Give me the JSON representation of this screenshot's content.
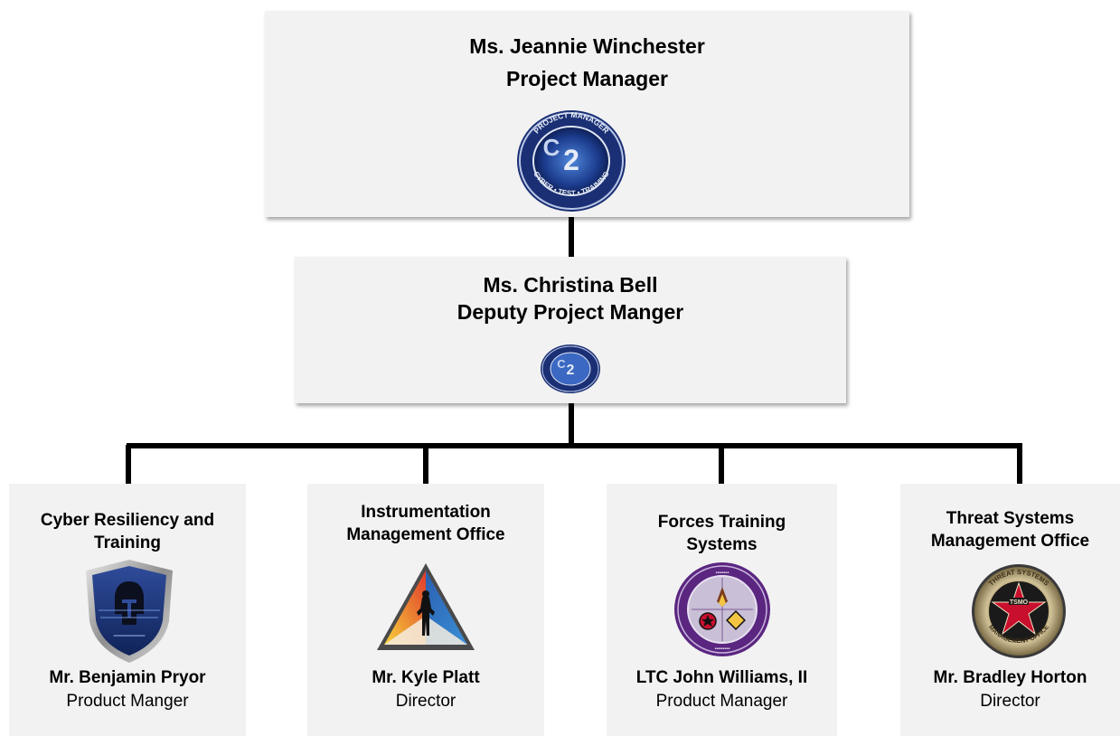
{
  "project_manager": {
    "name": "Ms. Jeannie Winchester",
    "role": "Project Manager",
    "seal_text_top": "PROJECT MANAGER",
    "seal_text_bottom": "CYBER • TEST • TRAINING",
    "seal_monogram": "2",
    "seal_icon": "pm-ct2-seal-icon"
  },
  "deputy": {
    "name": "Ms. Christina Bell",
    "role": "Deputy Project Manger",
    "seal_icon": "pm-ct2-seal-small-icon"
  },
  "offices": [
    {
      "title_line1": "Cyber Resiliency and",
      "title_line2": "Training",
      "name": "Mr. Benjamin Pryor",
      "role": "Product Manger",
      "icon": "cyber-shield-icon"
    },
    {
      "title_line1": "Instrumentation",
      "title_line2": "Management Office",
      "name": "Mr. Kyle Platt",
      "role": "Director",
      "icon": "imo-triangle-icon"
    },
    {
      "title_line1": "Forces Training",
      "title_line2": "Systems",
      "name": "LTC John Williams, II",
      "role": "Product Manager",
      "icon": "fts-purple-seal-icon"
    },
    {
      "title_line1": "Threat Systems",
      "title_line2": "Management Office",
      "name": "Mr. Bradley Horton",
      "role": "Director",
      "seal_text": "THREAT SYSTEMS",
      "seal_text_bottom": "MANAGEMENT OFFICE",
      "seal_center": "TSMO",
      "icon": "tsmo-star-seal-icon"
    }
  ],
  "colors": {
    "box": "#f2f2f2",
    "connector": "#000000",
    "seal_blue": "#1f3f9e",
    "seal_purple": "#6a2f8f",
    "tsmo_red": "#c8102e"
  }
}
